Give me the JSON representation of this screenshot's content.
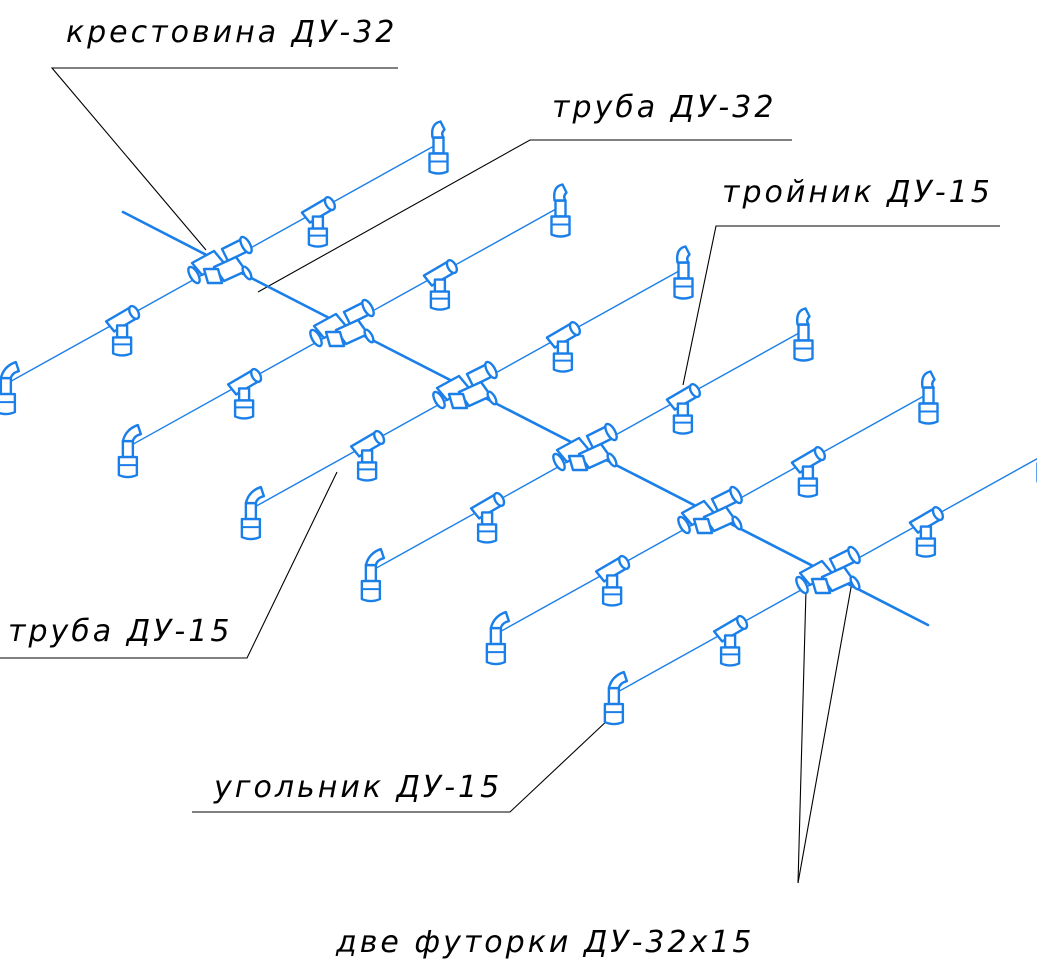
{
  "labels": {
    "cross": "крестовина ДУ-32",
    "pipe32": "труба ДУ-32",
    "tee": "тройник ДУ-15",
    "pipe15": "труба ДУ-15",
    "elbow": "угольник ДУ-15",
    "bushings": "две футорки ДУ-32х15"
  },
  "colors": {
    "piping": "#1a7fe8",
    "leaders": "#000000",
    "background": "#ffffff"
  },
  "components": {
    "main_pipe": "труба ДУ-32",
    "crosses": 6,
    "branch_pipes": 12,
    "tees": 12,
    "elbows": 12
  }
}
